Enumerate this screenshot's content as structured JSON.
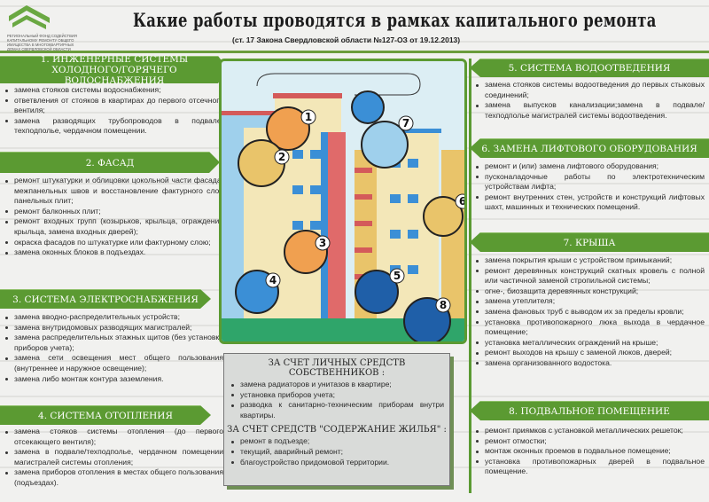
{
  "header": {
    "logo_text": "Региональный фонд содействия капитальному ремонту общего имущества в многоквартирных домах Свердловской области",
    "title": "Какие работы проводятся в рамках капитального ремонта",
    "subtitle": "(ст. 17 Закона Свердловской области №127-ОЗ от 19.12.2013)"
  },
  "colors": {
    "accent": "#5b9a32",
    "box": "#d9dbd9"
  },
  "sections": [
    {
      "title": "1. Инженерные системы холодного/горячего водоснабжения",
      "items": [
        "замена стояков системы водоснабжения;",
        "ответвления от стояков в квартирах до первого отсечного вентиля;",
        "замена разводящих трубопроводов в подвале/ техподполье, чердачном помещении."
      ]
    },
    {
      "title": "2. Фасад",
      "items": [
        "ремонт штукатурки и облицовки цокольной части фасада, межпанельных швов и восстановление фактурного слоя панельных плит;",
        "ремонт балконных плит;",
        "ремонт входных групп (козырьков, крыльца, ограждения крыльца, замена входных дверей);",
        "окраска фасадов по штукатурке или фактурному слою;",
        "замена оконных блоков в подъездах."
      ]
    },
    {
      "title": "3. Система электроснабжения",
      "items": [
        "замена вводно-распределительных устройств;",
        "замена внутридомовых разводящих магистралей;",
        "замена распределительных этажных щитов (без установки приборов учета);",
        "замена сети освещения мест общего пользования (внутреннее и наружное освещение);",
        "замена либо монтаж контура заземления."
      ]
    },
    {
      "title": "4. Система отопления",
      "items": [
        "замена стояков системы отопления (до первого отсекающего вентиля);",
        "замена в подвале/техподполье, чердачном помещении магистралей системы отопления;",
        "замена приборов отопления в местах общего пользования (подъездах)."
      ]
    },
    {
      "title": "5. Система водоотведения",
      "items": [
        "замена стояков системы водоотведения до первых стыковых соединений;",
        "замена выпусков канализации;замена в подвале/ техподполье магистралей системы водоотведения."
      ]
    },
    {
      "title": "6. Замена лифтового оборудования",
      "items": [
        "ремонт и (или) замена лифтового оборудования;",
        "пусконаладочные работы по электротехническим устройствам лифта;",
        "ремонт внутренних стен, устройств и конструкций лифтовых шахт, машинных и технических помещений."
      ]
    },
    {
      "title": "7. Крыша",
      "items": [
        "замена покрытия крыши с устройством примыканий;",
        "ремонт деревянных конструкций скатных кровель с полной или частичной заменой стропильной системы;",
        "огне-, биозащита деревянных конструкций;",
        "замена утеплителя;",
        "замена фановых труб с выводом их за пределы кровли;",
        "установка противопожарного люка выхода в чердачное помещение;",
        "установка металлических ограждений на крыше;",
        "ремонт выходов на крышу с заменой люков, дверей;",
        "замена организованного водостока."
      ]
    },
    {
      "title": "8. Подвальное помещение",
      "items": [
        "ремонт приямков с установкой металлических решеток;",
        "ремонт отмостки;",
        "монтаж оконных проемов в подвальное помещение;",
        "установка противопожарных дверей в подвальное помещение."
      ]
    }
  ],
  "illustration": {
    "markers": [
      "1",
      "2",
      "3",
      "4",
      "5",
      "6",
      "7",
      "8"
    ]
  },
  "owners_box": {
    "title1": "За счет личных средств собственников :",
    "items1": [
      "замена радиаторов и унитазов в квартире;",
      "установка приборов учета;",
      "разводка к санитарно-техническим приборам внутри квартиры."
    ],
    "title2": "За счет средств \"Содержание жилья\" :",
    "items2": [
      "ремонт в подъезде;",
      "текущий, аварийный ремонт;",
      "благоустройство придомовой территории."
    ]
  }
}
